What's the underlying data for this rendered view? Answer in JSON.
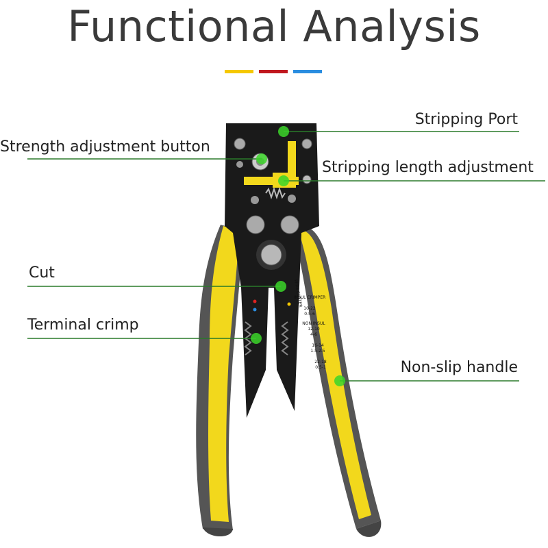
{
  "title": "Functional Analysis",
  "colors": {
    "accent_yellow": "#f5c800",
    "accent_red": "#c0181f",
    "accent_blue": "#2a8de0",
    "leader_line": "#2a7a2a",
    "marker": "#3cd62a",
    "handle_yellow": "#f2d81c",
    "handle_grey": "#555555",
    "jaw_black": "#1a1a1a"
  },
  "labels": {
    "stripping_port": "Stripping Port",
    "strength_button": "Strength adjustment button",
    "stripping_length": "Stripping length adjustment",
    "cut": "Cut",
    "terminal_crimp": "Terminal crimp",
    "non_slip_handle": "Non-slip handle"
  },
  "tool_text": {
    "wire_cutter": "WIRE CUTTER",
    "insul_crimper": "INSUL CRIMPER",
    "range_1a": "10-22",
    "range_1b": "0.5-6",
    "non_insul": "NON INSUL",
    "range_2a": "12-10",
    "range_2b": "4-6",
    "range_3a": "16-14",
    "range_3b": "1.5-2.5",
    "range_4a": "22-18",
    "range_4b": "0.5-1"
  }
}
